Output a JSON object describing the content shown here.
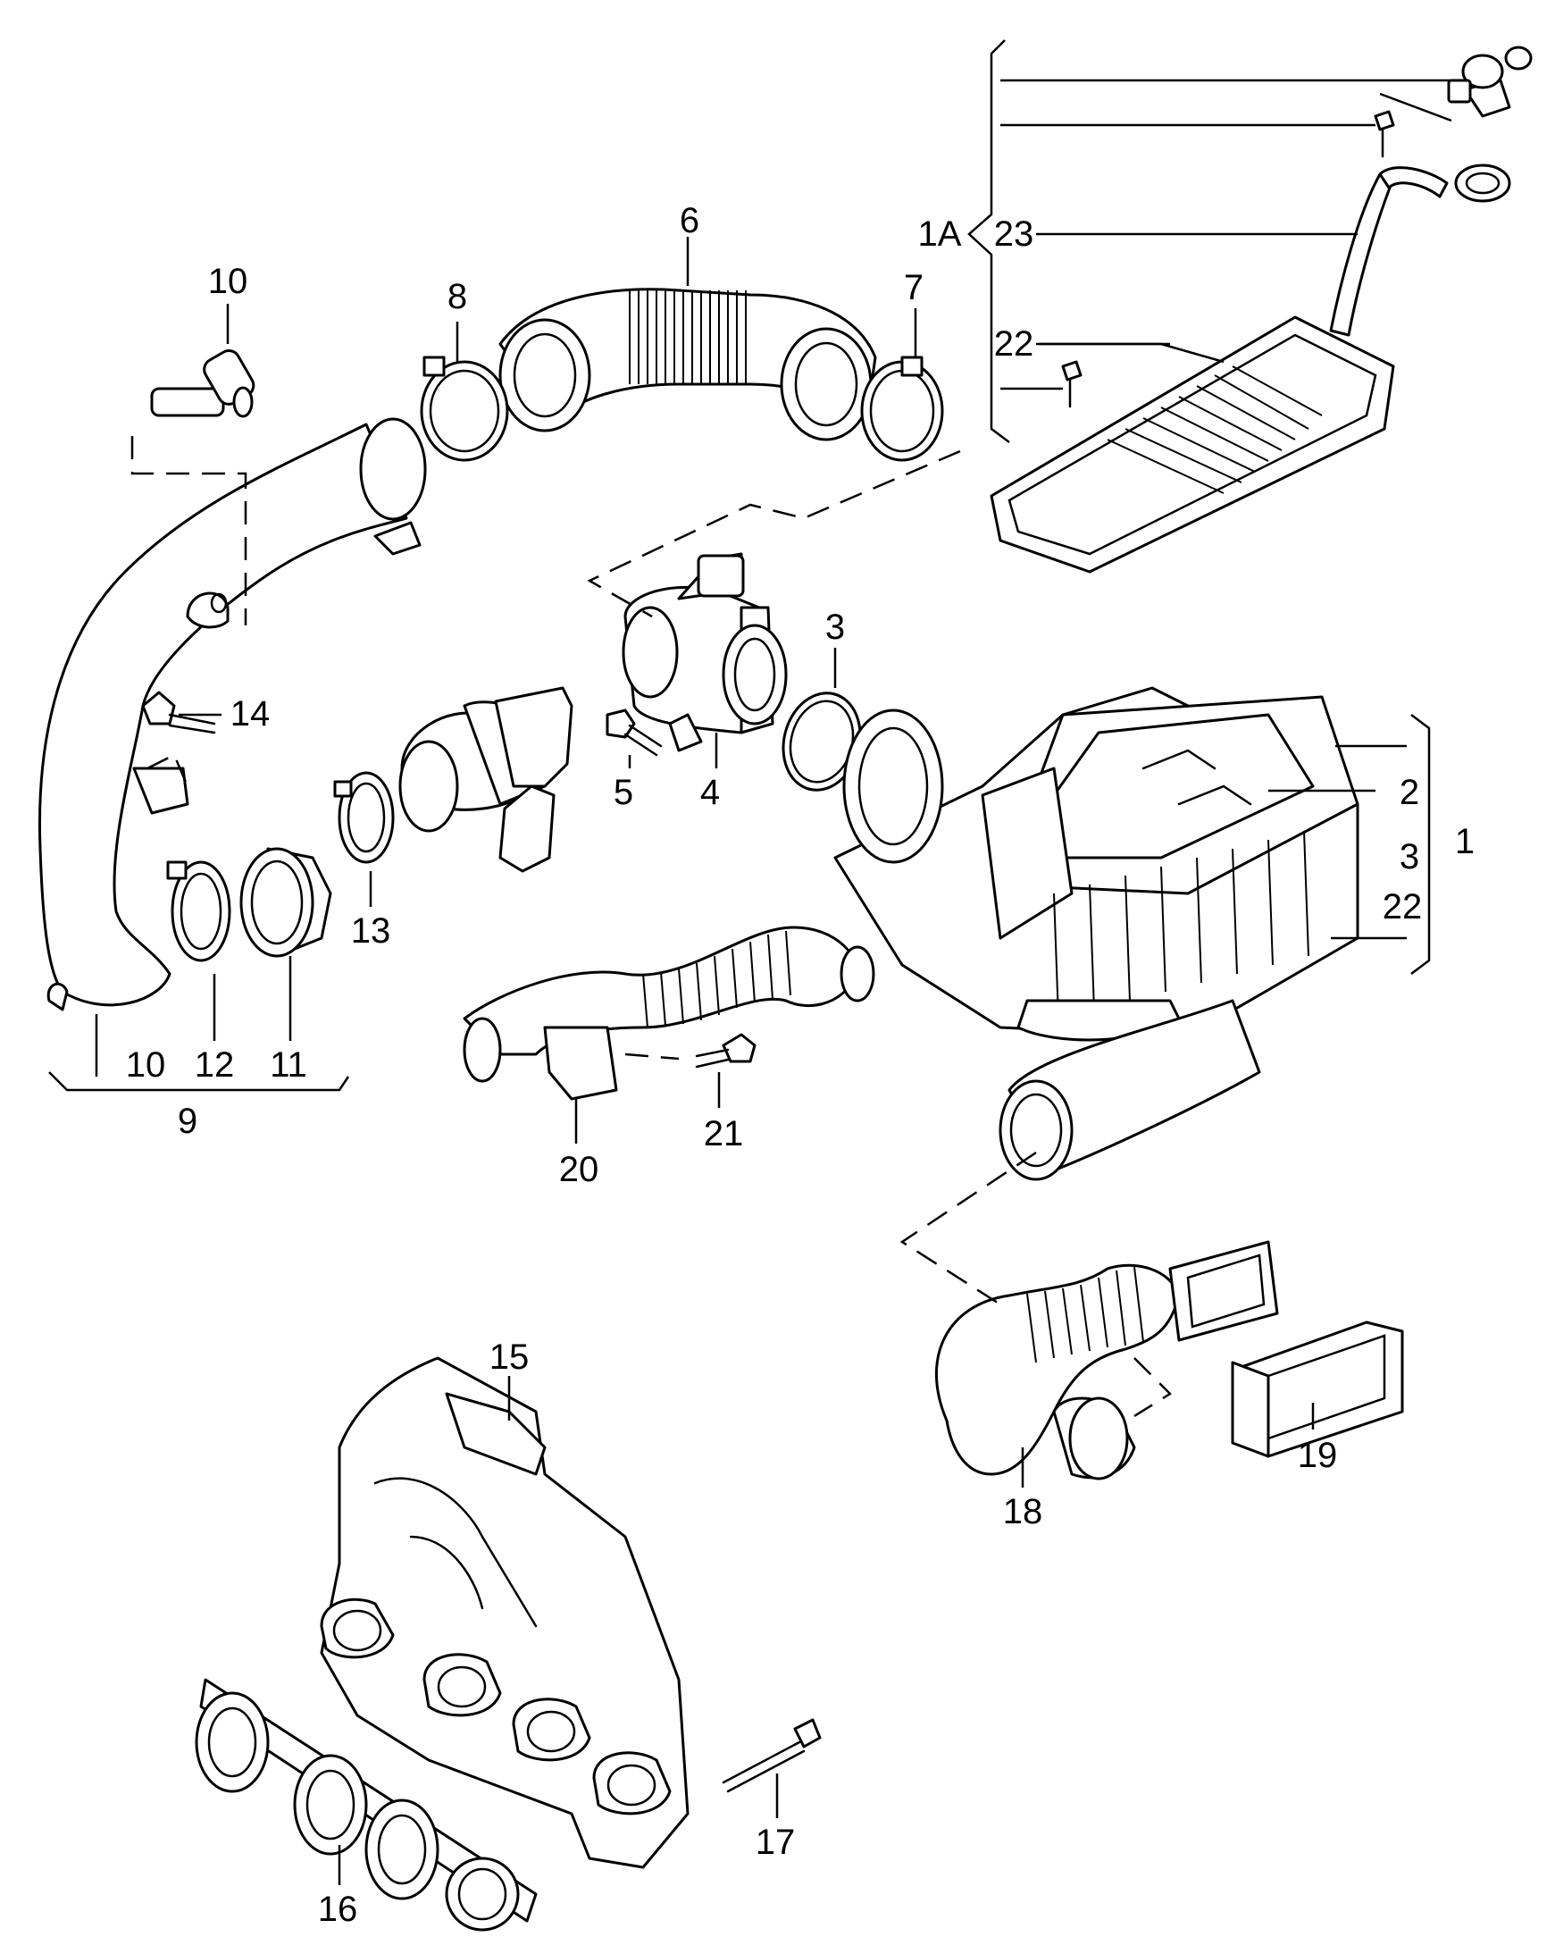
{
  "callouts": {
    "c1": "1",
    "c1A": "1A",
    "c2": "2",
    "c3a": "3",
    "c3b": "3",
    "c4": "4",
    "c5": "5",
    "c6": "6",
    "c7": "7",
    "c8": "8",
    "c9": "9",
    "c10a": "10",
    "c10b": "10",
    "c11": "11",
    "c12": "12",
    "c13": "13",
    "c14": "14",
    "c15": "15",
    "c16": "16",
    "c17": "17",
    "c18": "18",
    "c19": "19",
    "c20": "20",
    "c21": "21",
    "c22a": "22",
    "c22b": "22",
    "c23": "23"
  }
}
